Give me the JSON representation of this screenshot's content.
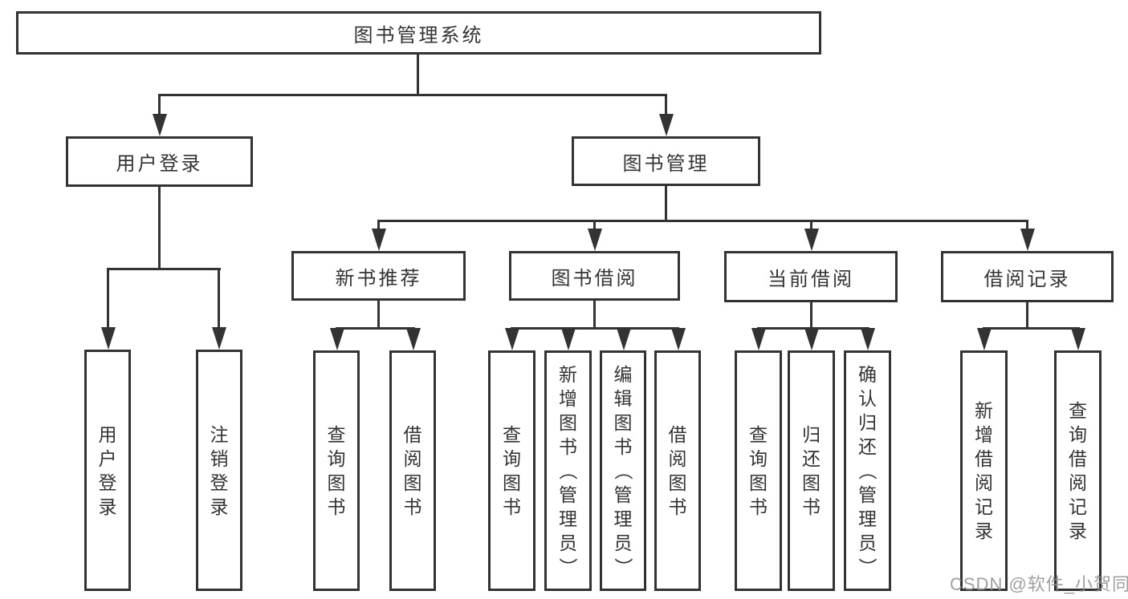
{
  "tree": {
    "root": {
      "label": "图书管理系统"
    },
    "branches": [
      {
        "label": "用户登录",
        "children": [
          "用户登录",
          "注销登录"
        ]
      },
      {
        "label": "图书管理",
        "groups": [
          {
            "label": "新书推荐",
            "children": [
              "查询图书",
              "借阅图书"
            ]
          },
          {
            "label": "图书借阅",
            "children": [
              "查询图书",
              "新增图书（管理员）",
              "编辑图书（管理员）",
              "借阅图书"
            ]
          },
          {
            "label": "当前借阅",
            "children": [
              "查询图书",
              "归还图书",
              "确认归还（管理员）"
            ]
          },
          {
            "label": "借阅记录",
            "children": [
              "新增借阅记录",
              "查询借阅记录"
            ]
          }
        ]
      }
    ]
  },
  "watermark": "CSDN @软件_小贺同学",
  "colors": {
    "line": "#333333",
    "text": "#333333",
    "box_fill": "#ffffff",
    "background": "#ffffff",
    "watermark": "#8f8f8f"
  }
}
